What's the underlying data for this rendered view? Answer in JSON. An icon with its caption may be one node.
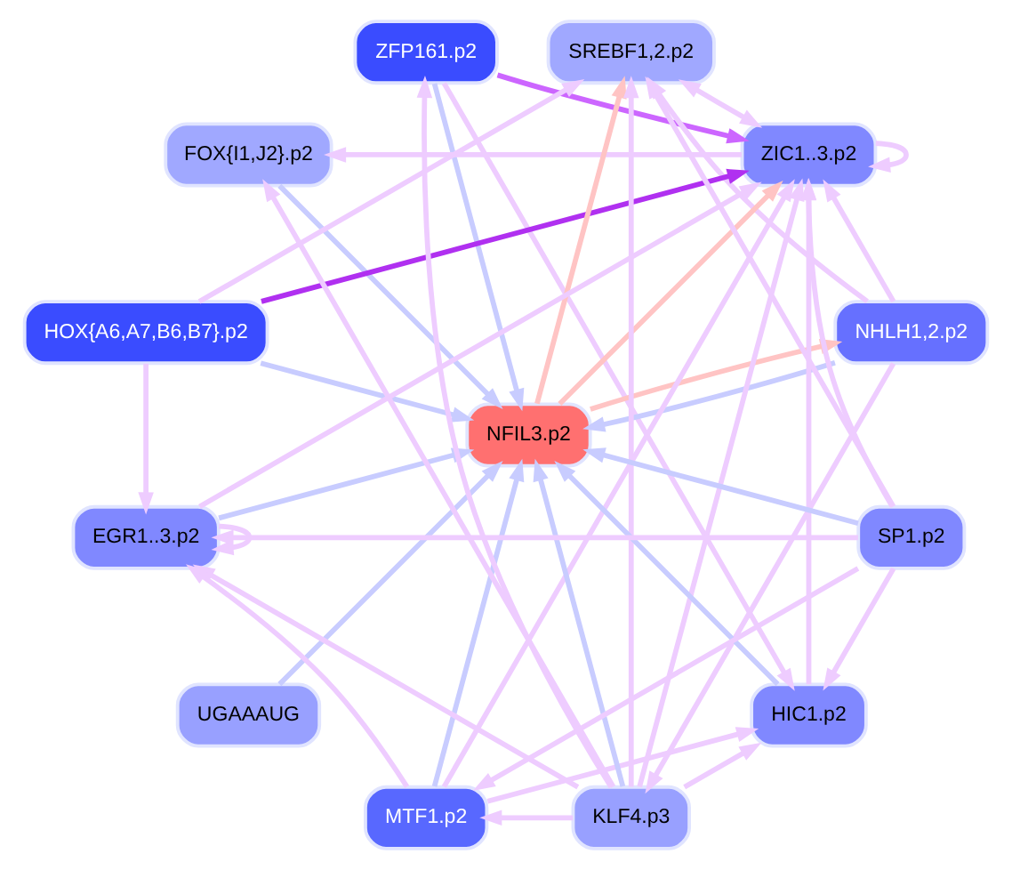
{
  "diagram": {
    "nodes": [
      {
        "text": [
          "ZFP161.p2"
        ]
      },
      {
        "text": [
          "NHLH1,2.p2"
        ]
      },
      {
        "text": [
          "FOX{I1,J2}.p2"
        ]
      },
      {
        "text": [
          "ZIC1..3.p2"
        ]
      },
      {
        "text": [
          "HOX{A6,A7,B6,B7}.p2"
        ]
      },
      {
        "text": [
          "NFIL3.p2"
        ]
      },
      {
        "text": [
          "SREBF1,2.p2"
        ]
      },
      {
        "text": [
          "EGR1..3.p2"
        ]
      },
      {
        "text": [
          "UGAAAUG"
        ]
      },
      {
        "text": [
          "MTF1.p2"
        ]
      },
      {
        "text": [
          "KLF4.p3"
        ]
      },
      {
        "text": [
          "HIC1.p2"
        ]
      },
      {
        "text": [
          "SP1.p2"
        ]
      }
    ],
    "edges": [
      {
        "from": 0,
        "to": 5,
        "arrow": "to",
        "color": "#c8ccff"
      },
      {
        "from": 2,
        "to": 5,
        "arrow": "to",
        "color": "#c8ccff"
      },
      {
        "from": 4,
        "to": 5,
        "arrow": "to",
        "color": "#c8ccff"
      },
      {
        "from": 1,
        "to": 5,
        "arrow": "to",
        "color": "#c8ccff"
      },
      {
        "from": 7,
        "to": 5,
        "arrow": "to",
        "color": "#c8ccff"
      },
      {
        "from": 9,
        "to": 5,
        "arrow": "to",
        "color": "#c8ccff"
      },
      {
        "from": 11,
        "to": 5,
        "arrow": "to",
        "color": "#c8ccff"
      },
      {
        "from": 12,
        "to": 5,
        "arrow": "to",
        "color": "#c8ccff"
      },
      {
        "from": 10,
        "to": 5,
        "arrow": "to",
        "color": "#c8ccff"
      },
      {
        "from": 8,
        "to": 5,
        "arrow": "to",
        "color": "#c8ccff"
      },
      {
        "from": 5,
        "to": 1,
        "arrow": "to",
        "color": "#ffc4c4"
      },
      {
        "from": 5,
        "to": 3,
        "arrow": "to",
        "color": "#ffc4c4"
      },
      {
        "from": 5,
        "to": 6,
        "arrow": "to",
        "color": "#ffc4c4"
      },
      {
        "from": 0,
        "to": 3,
        "arrow": "to",
        "color": "#cc66ff"
      },
      {
        "from": 4,
        "to": 3,
        "arrow": "to",
        "color": "#b030f0"
      },
      {
        "from": 1,
        "to": 3,
        "arrow": "to"
      },
      {
        "from": 3,
        "to": 3,
        "arrow": "to"
      },
      {
        "from": 7,
        "to": 7,
        "arrow": "to"
      },
      {
        "from": 3,
        "to": 2,
        "arrow": "to"
      },
      {
        "from": 4,
        "to": 6,
        "arrow": "to"
      },
      {
        "from": 4,
        "to": 7,
        "arrow": "to"
      },
      {
        "from": 3,
        "to": 6,
        "arrow": "both"
      },
      {
        "from": 10,
        "to": 3,
        "arrow": "to"
      },
      {
        "from": 12,
        "to": 3,
        "arrow": "to"
      },
      {
        "from": 11,
        "to": 3,
        "arrow": "to"
      },
      {
        "from": 9,
        "to": 3,
        "arrow": "to"
      },
      {
        "from": 7,
        "to": 3,
        "arrow": "to"
      },
      {
        "from": 10,
        "to": 6,
        "arrow": "to"
      },
      {
        "from": 12,
        "to": 6,
        "arrow": "to"
      },
      {
        "from": 10,
        "to": 0,
        "arrow": "to"
      },
      {
        "from": 1,
        "to": 6,
        "arrow": "to"
      },
      {
        "from": 1,
        "to": 10,
        "arrow": "to"
      },
      {
        "from": 10,
        "to": 2,
        "arrow": "to"
      },
      {
        "from": 10,
        "to": 7,
        "arrow": "to"
      },
      {
        "from": 12,
        "to": 7,
        "arrow": "to"
      },
      {
        "from": 9,
        "to": 7,
        "arrow": "to"
      },
      {
        "from": 10,
        "to": 9,
        "arrow": "to"
      },
      {
        "from": 12,
        "to": 9,
        "arrow": "to"
      },
      {
        "from": 9,
        "to": 11,
        "arrow": "to"
      },
      {
        "from": 12,
        "to": 11,
        "arrow": "to"
      },
      {
        "from": 10,
        "to": 11,
        "arrow": "to"
      },
      {
        "from": 0,
        "to": 11,
        "arrow": "to"
      }
    ]
  }
}
